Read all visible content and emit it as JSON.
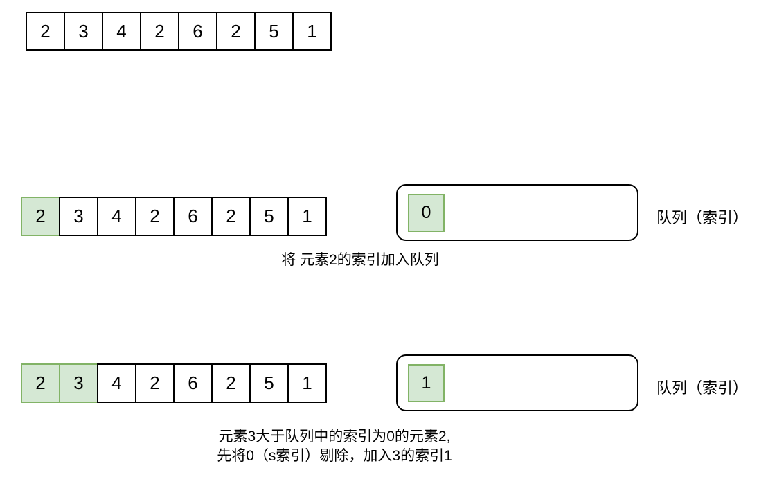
{
  "diagram": {
    "array_values": [
      "2",
      "3",
      "4",
      "2",
      "6",
      "2",
      "5",
      "1"
    ],
    "queue_label": "队列（索引）",
    "colors": {
      "highlight_fill": "#d5e8d4",
      "highlight_border": "#82b366",
      "cell_fill": "#ffffff",
      "cell_border": "#000000",
      "text": "#000000",
      "background": "#ffffff"
    },
    "steps": {
      "initial": {
        "highlighted_count": 0
      },
      "step1": {
        "highlighted_count": 1,
        "queue_items": [
          "0"
        ],
        "caption": "将 元素2的索引加入队列"
      },
      "step2": {
        "highlighted_count": 2,
        "queue_items": [
          "1"
        ],
        "caption_line1": "元素3大于队列中的索引为0的元素2,",
        "caption_line2": "先将0（s索引）剔除，加入3的索引1"
      }
    }
  }
}
